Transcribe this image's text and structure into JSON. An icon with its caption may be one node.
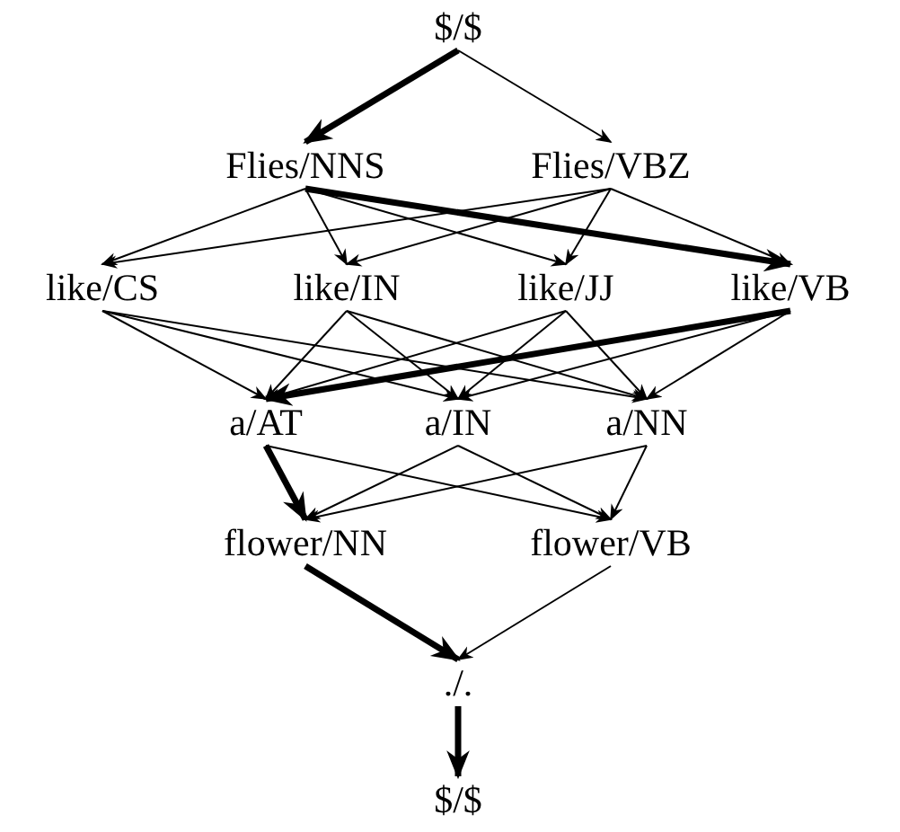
{
  "diagram": {
    "nodes": [
      {
        "text": [
          "$/$"
        ]
      },
      {
        "text": [
          "Flies/NNS"
        ]
      },
      {
        "text": [
          "Flies/VBZ"
        ]
      },
      {
        "text": [
          "like/CS"
        ]
      },
      {
        "text": [
          "like/IN"
        ]
      },
      {
        "text": [
          "like/JJ"
        ]
      },
      {
        "text": [
          "like/VB"
        ]
      },
      {
        "text": [
          "a/AT"
        ]
      },
      {
        "text": [
          "a/IN"
        ]
      },
      {
        "text": [
          "a/NN"
        ]
      },
      {
        "text": [
          "flower/NN"
        ]
      },
      {
        "text": [
          "flower/VB"
        ]
      },
      {
        "text": [
          "./."
        ]
      },
      {
        "text": [
          "$/$"
        ]
      }
    ],
    "edges": [
      {
        "from": 0,
        "to": 1,
        "arrow": "to",
        "style": "thick"
      },
      {
        "from": 0,
        "to": 2,
        "arrow": "to"
      },
      {
        "from": 1,
        "to": 3,
        "arrow": "to"
      },
      {
        "from": 1,
        "to": 4,
        "arrow": "to"
      },
      {
        "from": 1,
        "to": 5,
        "arrow": "to"
      },
      {
        "from": 1,
        "to": 6,
        "arrow": "to",
        "style": "thick"
      },
      {
        "from": 2,
        "to": 3,
        "arrow": "to"
      },
      {
        "from": 2,
        "to": 4,
        "arrow": "to"
      },
      {
        "from": 2,
        "to": 5,
        "arrow": "to"
      },
      {
        "from": 2,
        "to": 6,
        "arrow": "to"
      },
      {
        "from": 3,
        "to": 7,
        "arrow": "to"
      },
      {
        "from": 3,
        "to": 8,
        "arrow": "to"
      },
      {
        "from": 3,
        "to": 9,
        "arrow": "to"
      },
      {
        "from": 4,
        "to": 7,
        "arrow": "to"
      },
      {
        "from": 4,
        "to": 8,
        "arrow": "to"
      },
      {
        "from": 4,
        "to": 9,
        "arrow": "to"
      },
      {
        "from": 5,
        "to": 7,
        "arrow": "to"
      },
      {
        "from": 5,
        "to": 8,
        "arrow": "to"
      },
      {
        "from": 5,
        "to": 9,
        "arrow": "to"
      },
      {
        "from": 6,
        "to": 7,
        "arrow": "to",
        "style": "thick"
      },
      {
        "from": 6,
        "to": 8,
        "arrow": "to"
      },
      {
        "from": 6,
        "to": 9,
        "arrow": "to"
      },
      {
        "from": 7,
        "to": 10,
        "arrow": "to",
        "style": "thick"
      },
      {
        "from": 7,
        "to": 11,
        "arrow": "to"
      },
      {
        "from": 8,
        "to": 10,
        "arrow": "to"
      },
      {
        "from": 8,
        "to": 11,
        "arrow": "to"
      },
      {
        "from": 9,
        "to": 10,
        "arrow": "to"
      },
      {
        "from": 9,
        "to": 11,
        "arrow": "to"
      },
      {
        "from": 10,
        "to": 12,
        "arrow": "to",
        "style": "thick"
      },
      {
        "from": 11,
        "to": 12,
        "arrow": "to"
      },
      {
        "from": 12,
        "to": 13,
        "arrow": "to",
        "style": "thick"
      }
    ]
  }
}
